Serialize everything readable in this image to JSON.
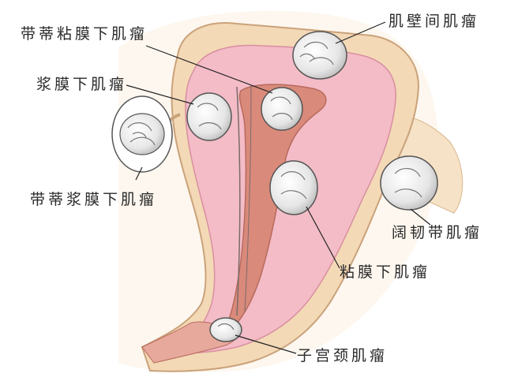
{
  "labels": {
    "pedunculated_submucous": "带蒂粘膜下肌瘤",
    "intramural": "肌壁间肌瘤",
    "subserosal": "浆膜下肌瘤",
    "pedunculated_subserosal": "带蒂浆膜下肌瘤",
    "broad_ligament": "阔韧带肌瘤",
    "submucous": "粘膜下肌瘤",
    "cervical": "子宫颈肌瘤"
  },
  "colors": {
    "uterine_wall_outer": "#f3d9b6",
    "myometrium": "#f3bcc7",
    "cavity": "#d98a7a",
    "fibroid": "#ececec",
    "line": "#222222"
  }
}
